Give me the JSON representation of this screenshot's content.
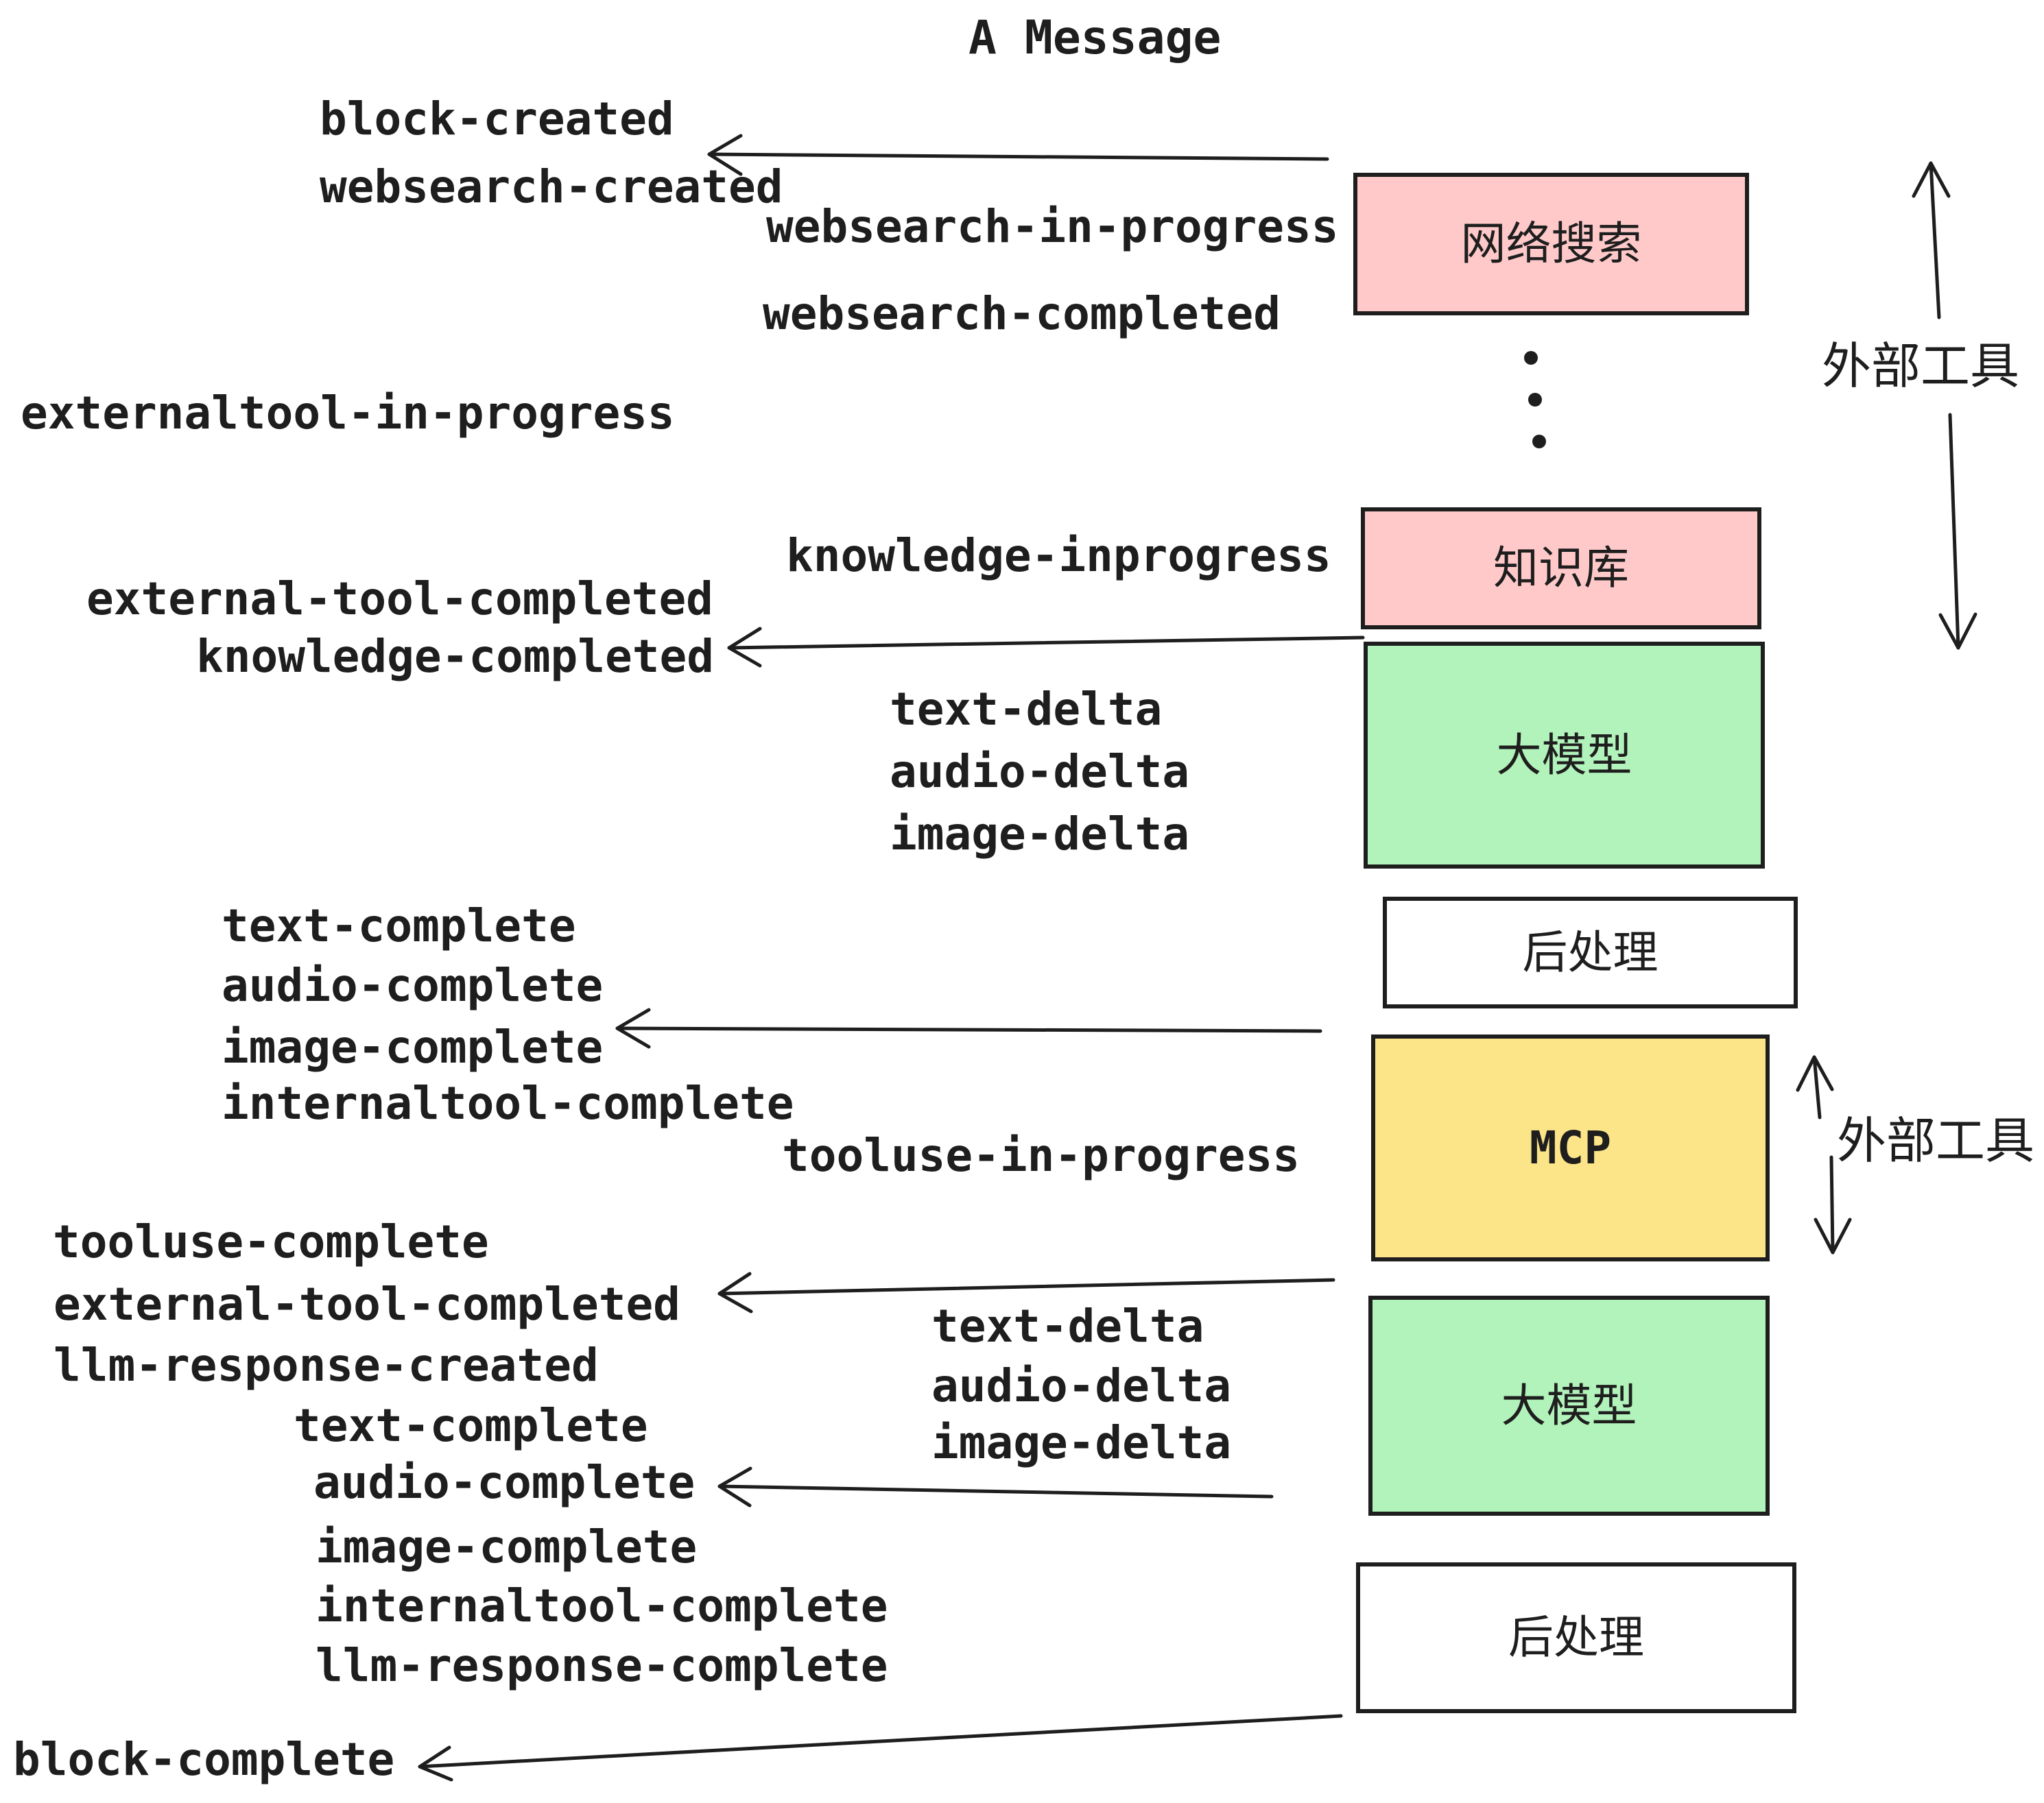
{
  "title": "A Message",
  "colors": {
    "ink": "#1e1e1e",
    "pink": "#ffc9c9",
    "green": "#b2f2bb",
    "yellow": "#fbe588",
    "white": "#ffffff"
  },
  "boxes": {
    "websearch": {
      "label": "网络搜索"
    },
    "knowledge": {
      "label": "知识库"
    },
    "llm1": {
      "label": "大模型"
    },
    "post1": {
      "label": "后处理"
    },
    "mcp": {
      "label": "MCP"
    },
    "llm2": {
      "label": "大模型"
    },
    "post2": {
      "label": "后处理"
    }
  },
  "annotations": {
    "external_tools_top": "外部工具",
    "external_tools_mcp": "外部工具"
  },
  "events": {
    "block_created": "block-created",
    "websearch_created": "websearch-created",
    "websearch_in_progress": "websearch-in-progress",
    "websearch_completed": "websearch-completed",
    "externaltool_in_progress": "externaltool-in-progress",
    "knowledge_inprogress": "knowledge-inprogress",
    "external_tool_completed_1": "external-tool-completed",
    "knowledge_completed": "knowledge-completed",
    "text_delta_1": "text-delta",
    "audio_delta_1": "audio-delta",
    "image_delta_1": "image-delta",
    "text_complete_1": "text-complete",
    "audio_complete_1": "audio-complete",
    "image_complete_1": "image-complete",
    "internaltool_complete_1": "internaltool-complete",
    "tooluse_in_progress": "tooluse-in-progress",
    "tooluse_complete": "tooluse-complete",
    "external_tool_completed_2": "external-tool-completed",
    "llm_response_created": "llm-response-created",
    "text_complete_2": "text-complete",
    "text_delta_2": "text-delta",
    "audio_delta_2": "audio-delta",
    "image_delta_2": "image-delta",
    "audio_complete_2": "audio-complete",
    "image_complete_2": "image-complete",
    "internaltool_complete_2": "internaltool-complete",
    "llm_response_complete": "llm-response-complete",
    "block_complete": "block-complete"
  }
}
